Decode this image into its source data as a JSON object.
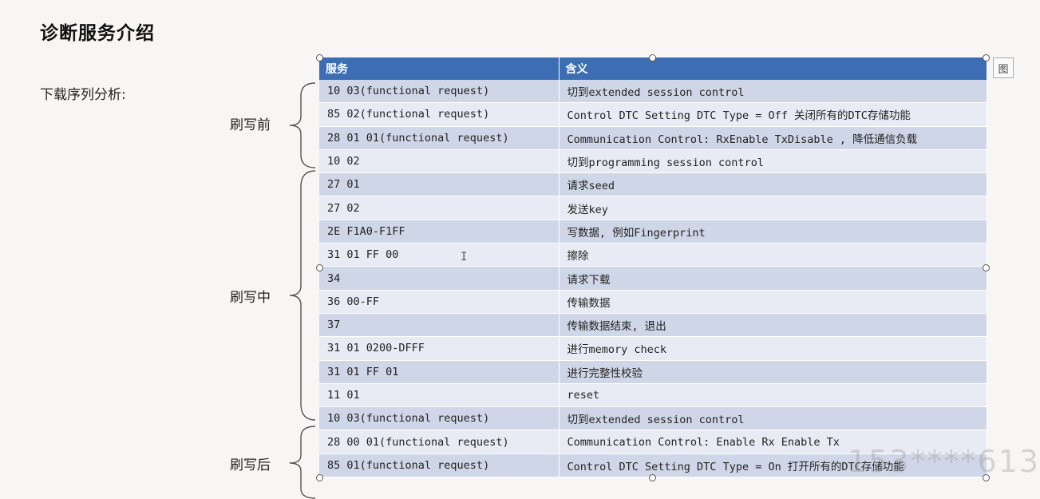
{
  "slide": {
    "title": "诊断服务介绍",
    "subtitle": "下载序列分析:",
    "groups": {
      "before": "刷写前",
      "during": "刷写中",
      "after": "刷写后"
    },
    "side_button_label": "图",
    "watermark": "153****613"
  },
  "table": {
    "headers": [
      "服务",
      "含义"
    ],
    "rows": [
      [
        "10 03(functional request)",
        "切到extended session control"
      ],
      [
        "85 02(functional request)",
        "Control DTC Setting DTC Type = Off  关闭所有的DTC存储功能"
      ],
      [
        "28 01 01(functional request)",
        "Communication Control: RxEnable TxDisable , 降低通信负载"
      ],
      [
        "10 02",
        "切到programming session control"
      ],
      [
        "27 01",
        "请求seed"
      ],
      [
        "27 02",
        "发送key"
      ],
      [
        "2E F1A0-F1FF",
        "写数据, 例如Fingerprint"
      ],
      [
        "31 01 FF 00",
        "擦除"
      ],
      [
        "34",
        "请求下载"
      ],
      [
        "36 00-FF",
        "传输数据"
      ],
      [
        "37",
        "传输数据结束, 退出"
      ],
      [
        "31 01 0200-DFFF",
        "进行memory check"
      ],
      [
        "31 01 FF 01",
        "进行完整性校验"
      ],
      [
        "11 01",
        "reset"
      ],
      [
        "10 03(functional request)",
        "切到extended session control"
      ],
      [
        "28 00 01(functional request)",
        "Communication Control: Enable Rx Enable Tx"
      ],
      [
        "85 01(functional request)",
        "Control DTC Setting DTC Type = On  打开所有的DTC存储功能"
      ]
    ]
  }
}
